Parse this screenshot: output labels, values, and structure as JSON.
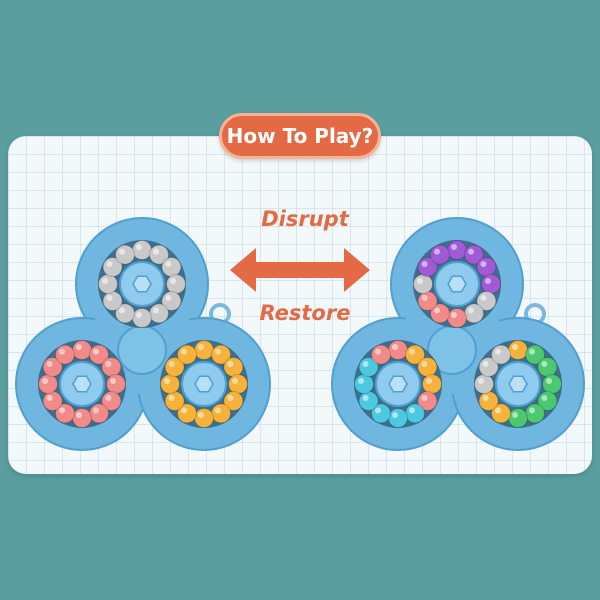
{
  "header": {
    "title": "How To Play?"
  },
  "actions": {
    "top_label": "Disrupt",
    "bottom_label": "Restore"
  },
  "colors": {
    "background": "#5b9ea0",
    "accent": "#e36a44",
    "toy_body": "#6fb6e0",
    "bead_gray": "#c9c9c9",
    "bead_pink": "#f28a8a",
    "bead_orange": "#f6b23a",
    "bead_purple": "#a05ad6",
    "bead_cyan": "#4cc8e0",
    "bead_green": "#4cc870"
  },
  "spinners": [
    {
      "name": "before",
      "wheels": [
        {
          "name": "top",
          "beads": [
            "bead_gray",
            "bead_gray",
            "bead_gray",
            "bead_gray",
            "bead_gray",
            "bead_gray",
            "bead_gray",
            "bead_gray",
            "bead_gray",
            "bead_gray",
            "bead_gray",
            "bead_gray"
          ]
        },
        {
          "name": "left",
          "beads": [
            "bead_pink",
            "bead_pink",
            "bead_pink",
            "bead_pink",
            "bead_pink",
            "bead_pink",
            "bead_pink",
            "bead_pink",
            "bead_pink",
            "bead_pink",
            "bead_pink",
            "bead_pink"
          ]
        },
        {
          "name": "right",
          "beads": [
            "bead_orange",
            "bead_orange",
            "bead_orange",
            "bead_orange",
            "bead_orange",
            "bead_orange",
            "bead_orange",
            "bead_orange",
            "bead_orange",
            "bead_orange",
            "bead_orange",
            "bead_orange"
          ]
        }
      ]
    },
    {
      "name": "after",
      "wheels": [
        {
          "name": "top",
          "beads": [
            "bead_purple",
            "bead_purple",
            "bead_purple",
            "bead_purple",
            "bead_gray",
            "bead_gray",
            "bead_pink",
            "bead_pink",
            "bead_pink",
            "bead_gray",
            "bead_purple",
            "bead_purple"
          ]
        },
        {
          "name": "left",
          "beads": [
            "bead_pink",
            "bead_orange",
            "bead_orange",
            "bead_orange",
            "bead_pink",
            "bead_cyan",
            "bead_cyan",
            "bead_cyan",
            "bead_cyan",
            "bead_cyan",
            "bead_cyan",
            "bead_pink"
          ]
        },
        {
          "name": "right",
          "beads": [
            "bead_orange",
            "bead_green",
            "bead_green",
            "bead_green",
            "bead_green",
            "bead_green",
            "bead_green",
            "bead_orange",
            "bead_orange",
            "bead_gray",
            "bead_gray",
            "bead_gray"
          ]
        }
      ]
    }
  ]
}
